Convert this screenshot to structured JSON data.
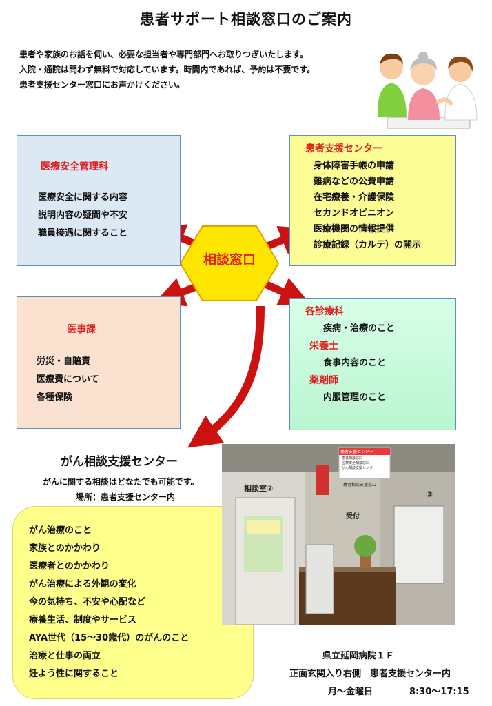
{
  "title": "患者サポート相談窓口のご案内",
  "intro": [
    "患者や家族のお話を伺い、必要な担当者や専門部門へお取りつぎいたします。",
    "入院・通院は問わず無料で対応しています。時間内であれば、予約は不要です。",
    "患者支援センター窓口にお声かけください。"
  ],
  "center_label": "相談窓口",
  "anzen": {
    "heading": "医療安全管理科",
    "items": [
      "医療安全に関する内容",
      "説明内容の疑問や不安",
      "職員接遇に関すること"
    ]
  },
  "kanja": {
    "heading": "患者支援センター",
    "items": [
      "身体障害手帳の申請",
      "難病などの公費申請",
      "在宅療養・介護保険",
      "セカンドオピニオン",
      "医療機関の情報提供",
      "診療記録（カルテ）の開示"
    ]
  },
  "iji": {
    "heading": "医事課",
    "items": [
      "労災・自賠責",
      "医療費について",
      "各種保険"
    ]
  },
  "shin": {
    "groups": [
      {
        "heading": "各診療科",
        "item": "疾病・治療のこと"
      },
      {
        "heading": "栄養士",
        "item": "食事内容のこと"
      },
      {
        "heading": "薬剤師",
        "item": "内服管理のこと"
      }
    ]
  },
  "gan": {
    "title": "がん相談支援センター",
    "sub1": "がんに関する相談はどなたでも可能です。",
    "sub2": "場所：患者支援センター内",
    "items": [
      "がん治療のこと",
      "家族とのかかわり",
      "医療者とのかかわり",
      "がん治療による外観の変化",
      "今の気持ち、不安や心配など",
      "療養生活、制度やサービス",
      "AYA世代（15〜30歳代）のがんのこと",
      "治療と仕事の両立",
      "妊よう性に関すること"
    ]
  },
  "photo": {
    "room_sign": "相談室②",
    "reception": "受付",
    "sign_top": "患者支援センター",
    "sign_lines": [
      "患者相談窓口",
      "医療安全相談窓口",
      "がん相談支援センター"
    ],
    "sign_small": "患者相談支援窓口",
    "number": "③"
  },
  "footer": {
    "line1": "県立延岡病院１Ｆ",
    "line2": "正面玄関入り右側　患者支援センター内",
    "days": "月〜金曜日",
    "hours": "8:30〜17:15"
  },
  "colors": {
    "accent_red": "#e02020",
    "arrow_red": "#cc1111",
    "hex_yellow": "#ffe600"
  }
}
